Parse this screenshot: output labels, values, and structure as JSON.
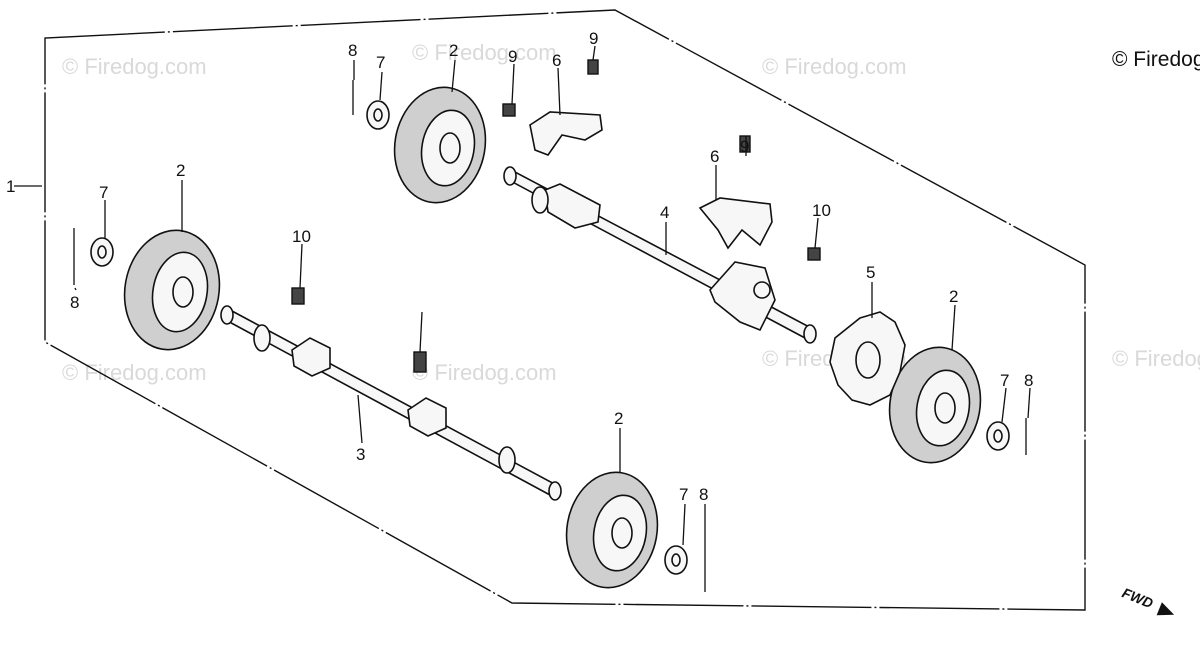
{
  "copyright": "© Firedog.com",
  "watermarks": [
    "© Firedog.com",
    "© Firedog.com",
    "© Firedog.com",
    "© Firedog.com",
    "© Firedog.com",
    "© Firedog.com",
    "© Firedog.com"
  ],
  "forward_label": "FWD",
  "callouts": [
    {
      "id": "c1",
      "label": "1"
    },
    {
      "id": "c2a",
      "label": "2"
    },
    {
      "id": "c2b",
      "label": "2"
    },
    {
      "id": "c2c",
      "label": "2"
    },
    {
      "id": "c2d",
      "label": "2"
    },
    {
      "id": "c3",
      "label": "3"
    },
    {
      "id": "c4",
      "label": "4"
    },
    {
      "id": "c5",
      "label": "5"
    },
    {
      "id": "c6a",
      "label": "6"
    },
    {
      "id": "c6b",
      "label": "6"
    },
    {
      "id": "c7a",
      "label": "7"
    },
    {
      "id": "c7b",
      "label": "7"
    },
    {
      "id": "c7c",
      "label": "7"
    },
    {
      "id": "c7d",
      "label": "7"
    },
    {
      "id": "c8a",
      "label": "8"
    },
    {
      "id": "c8b",
      "label": "8"
    },
    {
      "id": "c8c",
      "label": "8"
    },
    {
      "id": "c8d",
      "label": "8"
    },
    {
      "id": "c9a",
      "label": "9"
    },
    {
      "id": "c9b",
      "label": "9"
    },
    {
      "id": "c9c",
      "label": "9"
    },
    {
      "id": "c10a",
      "label": "10"
    },
    {
      "id": "c10b",
      "label": "10"
    }
  ]
}
